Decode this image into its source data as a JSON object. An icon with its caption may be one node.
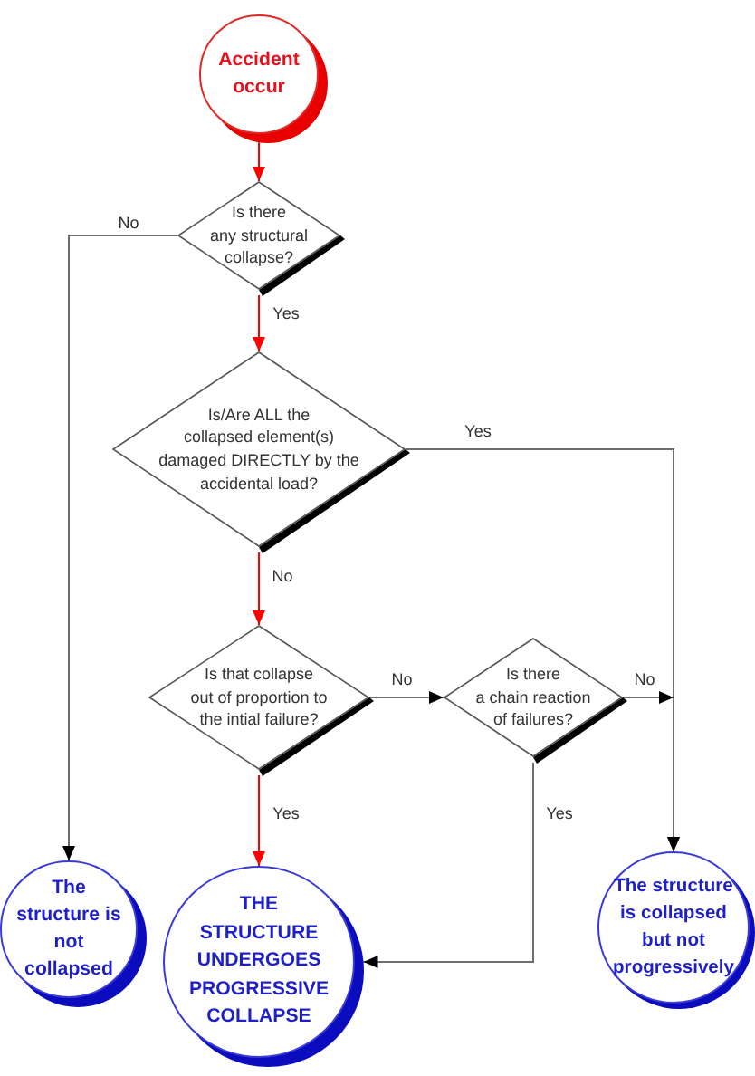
{
  "diagram": {
    "nodes": [
      {
        "text": [
          "Accident occur"
        ]
      },
      {
        "text": [
          "Is there any structural collapse?"
        ]
      },
      {
        "text": [
          "Is/Are ALL the collapsed element(s) damaged DIRECTLY by the accidental load?"
        ]
      },
      {
        "text": [
          "Is that collapse out of proportion to the intial failure?"
        ]
      },
      {
        "text": [
          "Is there a chain reaction of failures?"
        ]
      },
      {
        "text": [
          "The structure is not collapsed"
        ]
      },
      {
        "text": [
          "THE STRUCTURE UNDERGOES PROGRESSIVE COLLAPSE"
        ]
      },
      {
        "text": [
          "The structure is collapsed but not progressively"
        ]
      }
    ],
    "edges": [
      {
        "from": 0,
        "to": 1,
        "arrow": "to",
        "color": "#ff0000"
      },
      {
        "from": 1,
        "to": 5,
        "arrow": "to",
        "label": "No"
      },
      {
        "from": 1,
        "to": 2,
        "arrow": "to",
        "label": "Yes",
        "color": "#ff0000"
      },
      {
        "from": 2,
        "to": 7,
        "arrow": "to",
        "label": "Yes"
      },
      {
        "from": 2,
        "to": 3,
        "arrow": "to",
        "label": "No",
        "color": "#ff0000"
      },
      {
        "from": 3,
        "to": 4,
        "arrow": "to",
        "label": "No"
      },
      {
        "from": 4,
        "to": 7,
        "arrow": "to",
        "label": "No"
      },
      {
        "from": 3,
        "to": 6,
        "arrow": "to",
        "label": "Yes",
        "color": "#ff0000"
      },
      {
        "from": 4,
        "to": 6,
        "arrow": "to",
        "label": "Yes"
      }
    ]
  }
}
